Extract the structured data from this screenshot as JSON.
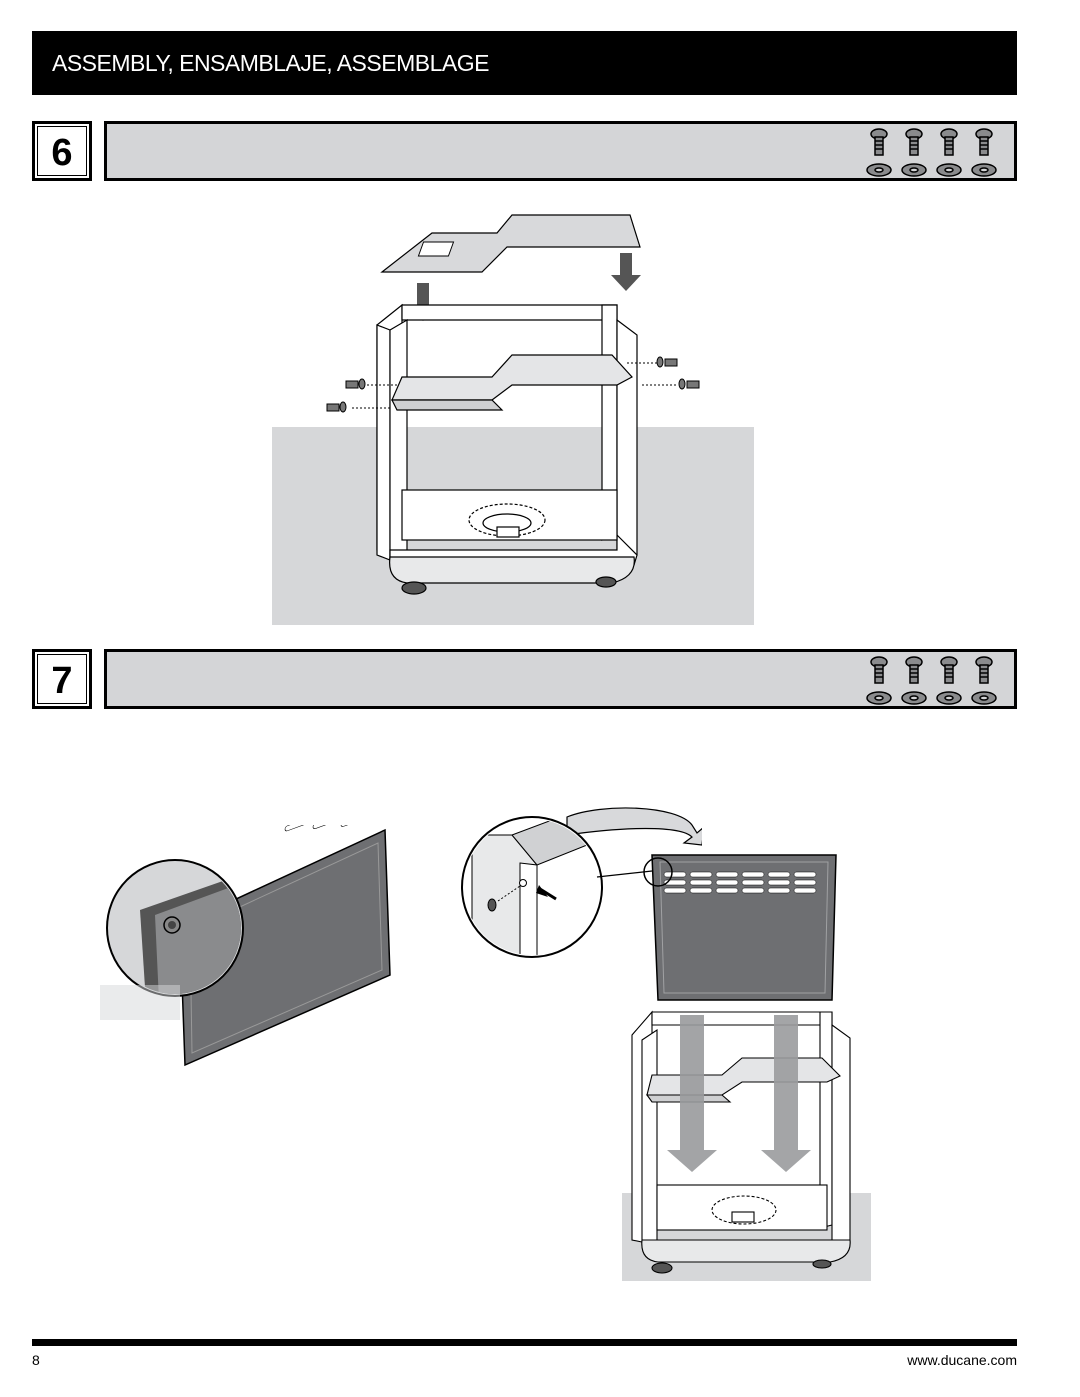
{
  "header": {
    "title": "ASSEMBLY, ENSAMBLAJE, ASSEMBLAGE"
  },
  "steps": [
    {
      "number": "6",
      "hardware": {
        "screws": 4,
        "washers": 4
      }
    },
    {
      "number": "7",
      "hardware": {
        "screws": 4,
        "washers": 4
      }
    }
  ],
  "footer": {
    "page_number": "8",
    "website": "www.ducane.com"
  },
  "colors": {
    "header_bg": "#000000",
    "step_bar_bg": "#d4d5d7",
    "floor_gray": "#d6d7d9",
    "panel_dark": "#6e6f72"
  }
}
